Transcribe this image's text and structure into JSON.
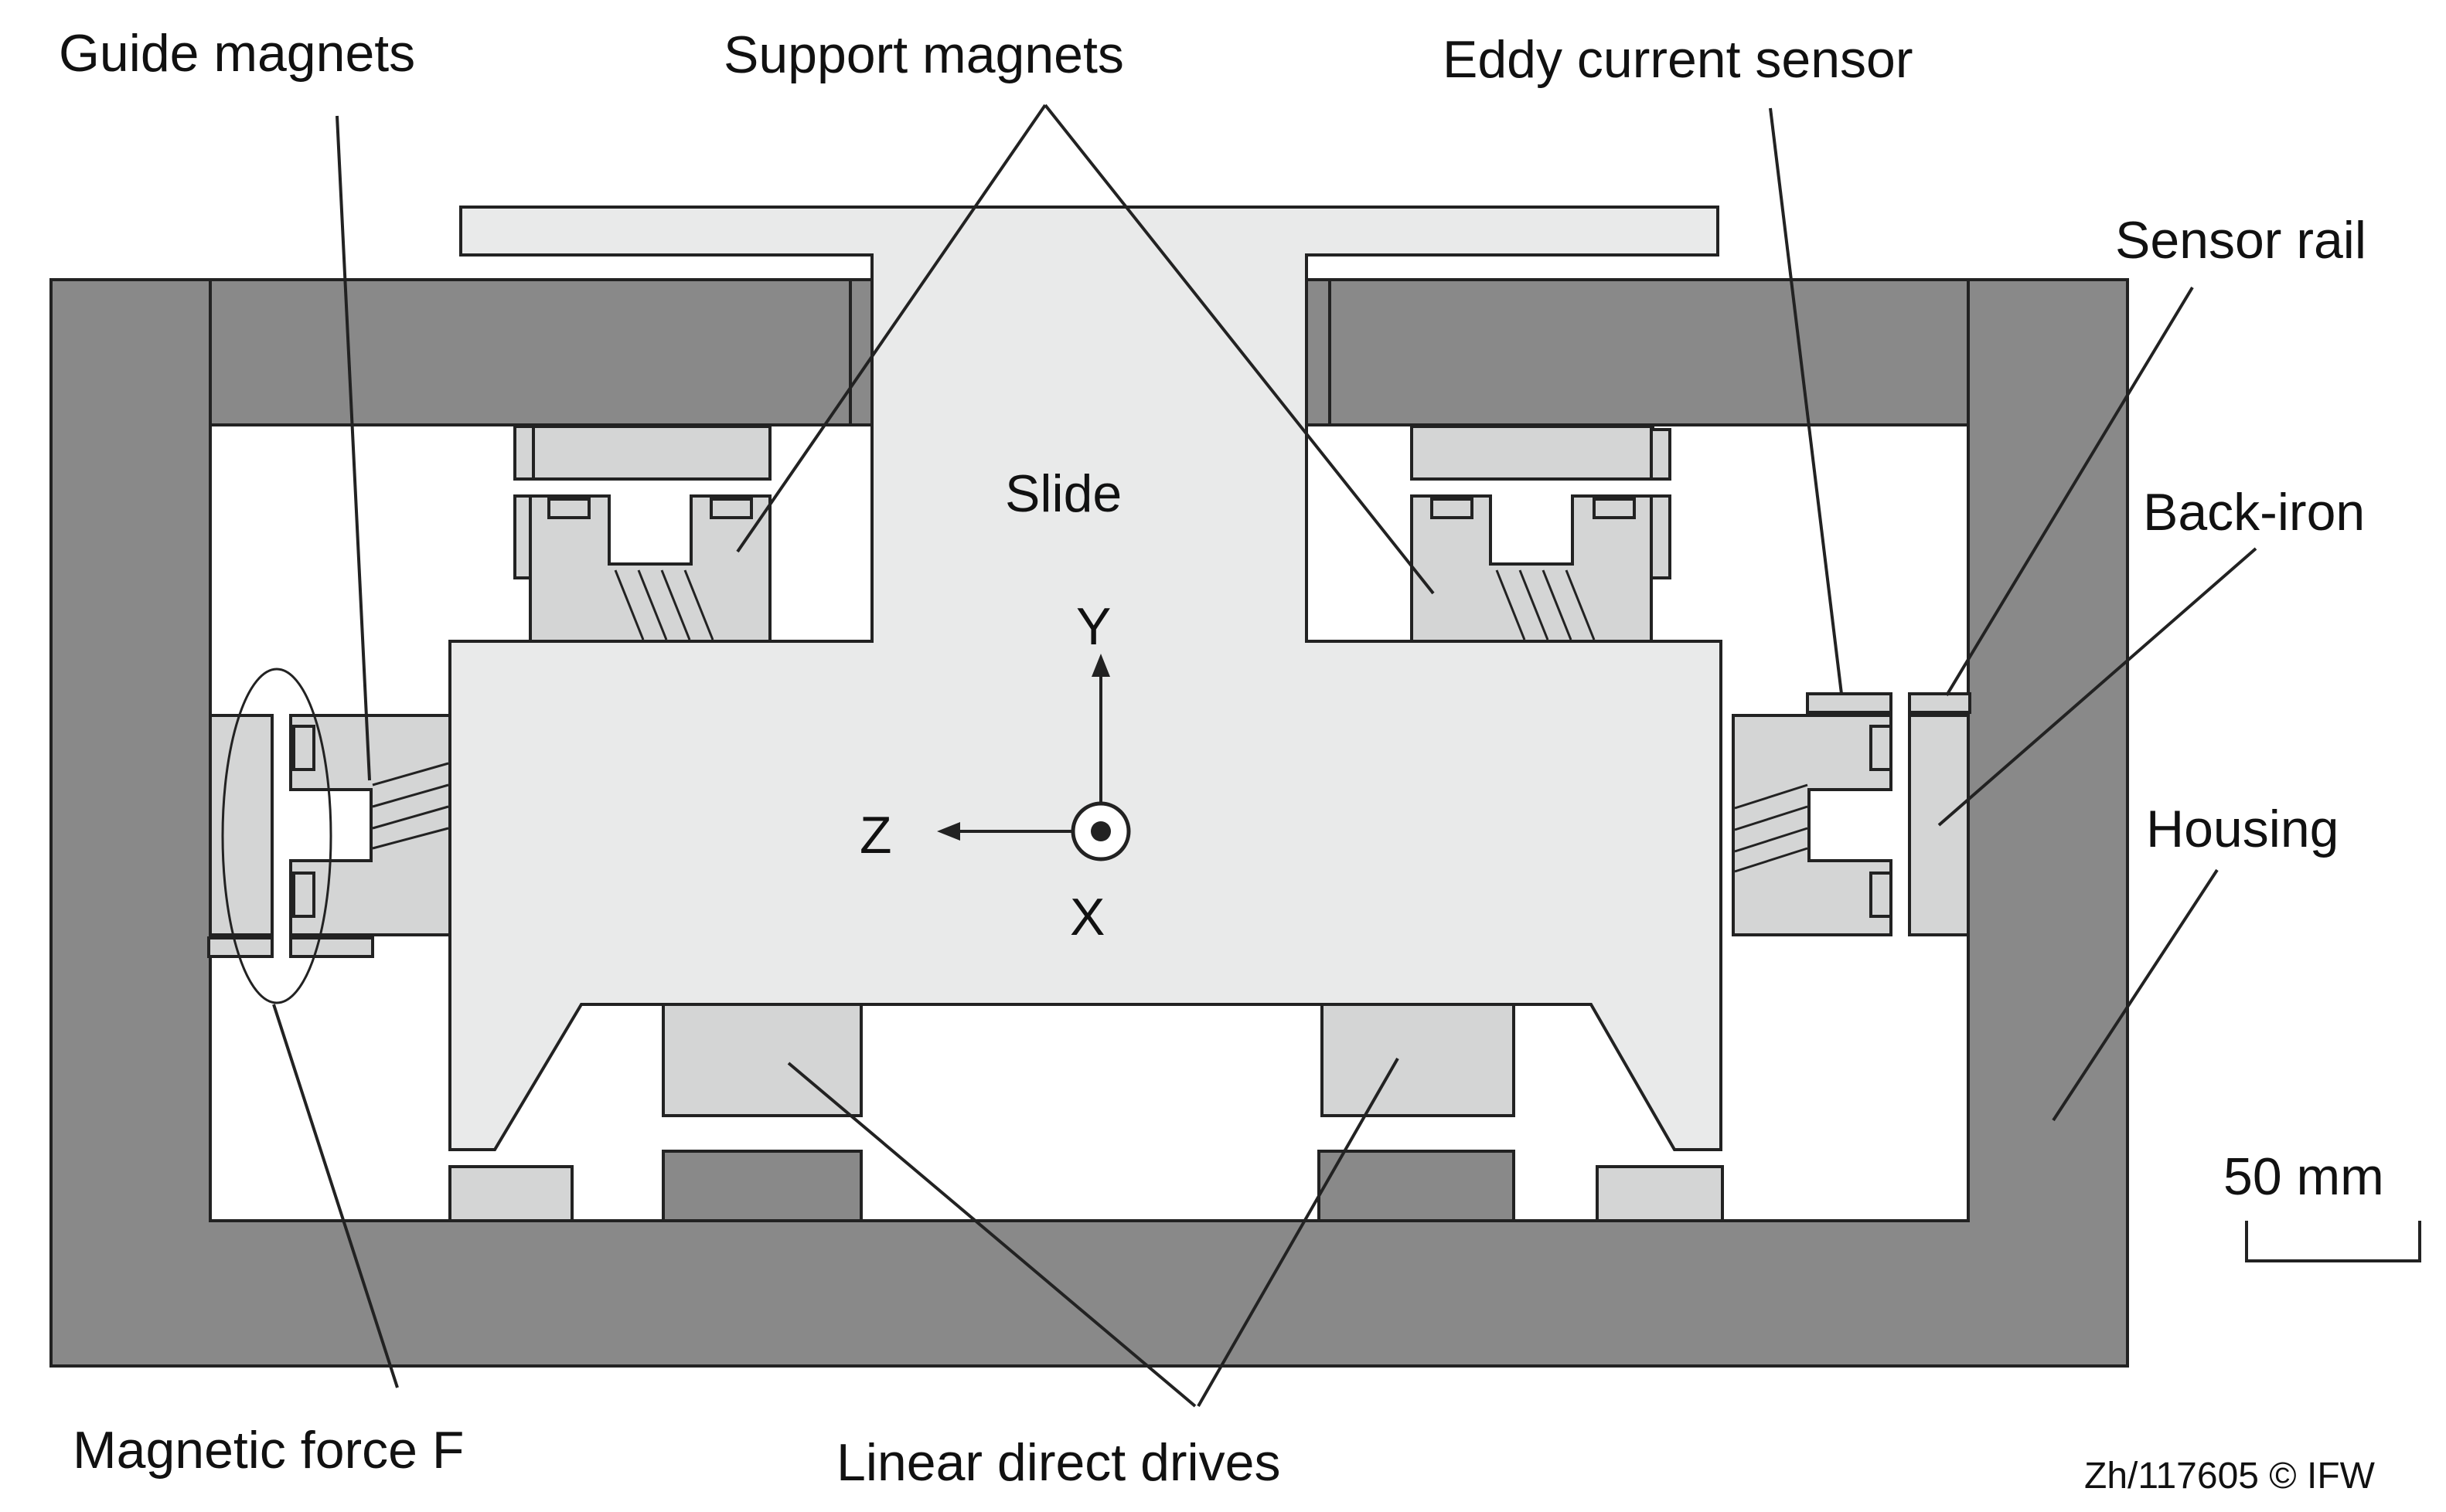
{
  "labels": {
    "guide_magnets": "Guide magnets",
    "support_magnets": "Support magnets",
    "eddy_current_sensor": "Eddy current sensor",
    "sensor_rail": "Sensor rail",
    "back_iron": "Back-iron",
    "housing": "Housing",
    "slide": "Slide",
    "axis_y": "Y",
    "axis_z": "Z",
    "axis_x": "X",
    "magnetic_force": "Magnetic force F",
    "linear_direct_drives": "Linear direct drives",
    "scale": "50 mm",
    "copyright": "Zh/117605 © IFW"
  },
  "colors": {
    "housing": "#898989",
    "slide": "#e9eaea",
    "magnet": "#d4d5d5",
    "outline": "#222222"
  }
}
